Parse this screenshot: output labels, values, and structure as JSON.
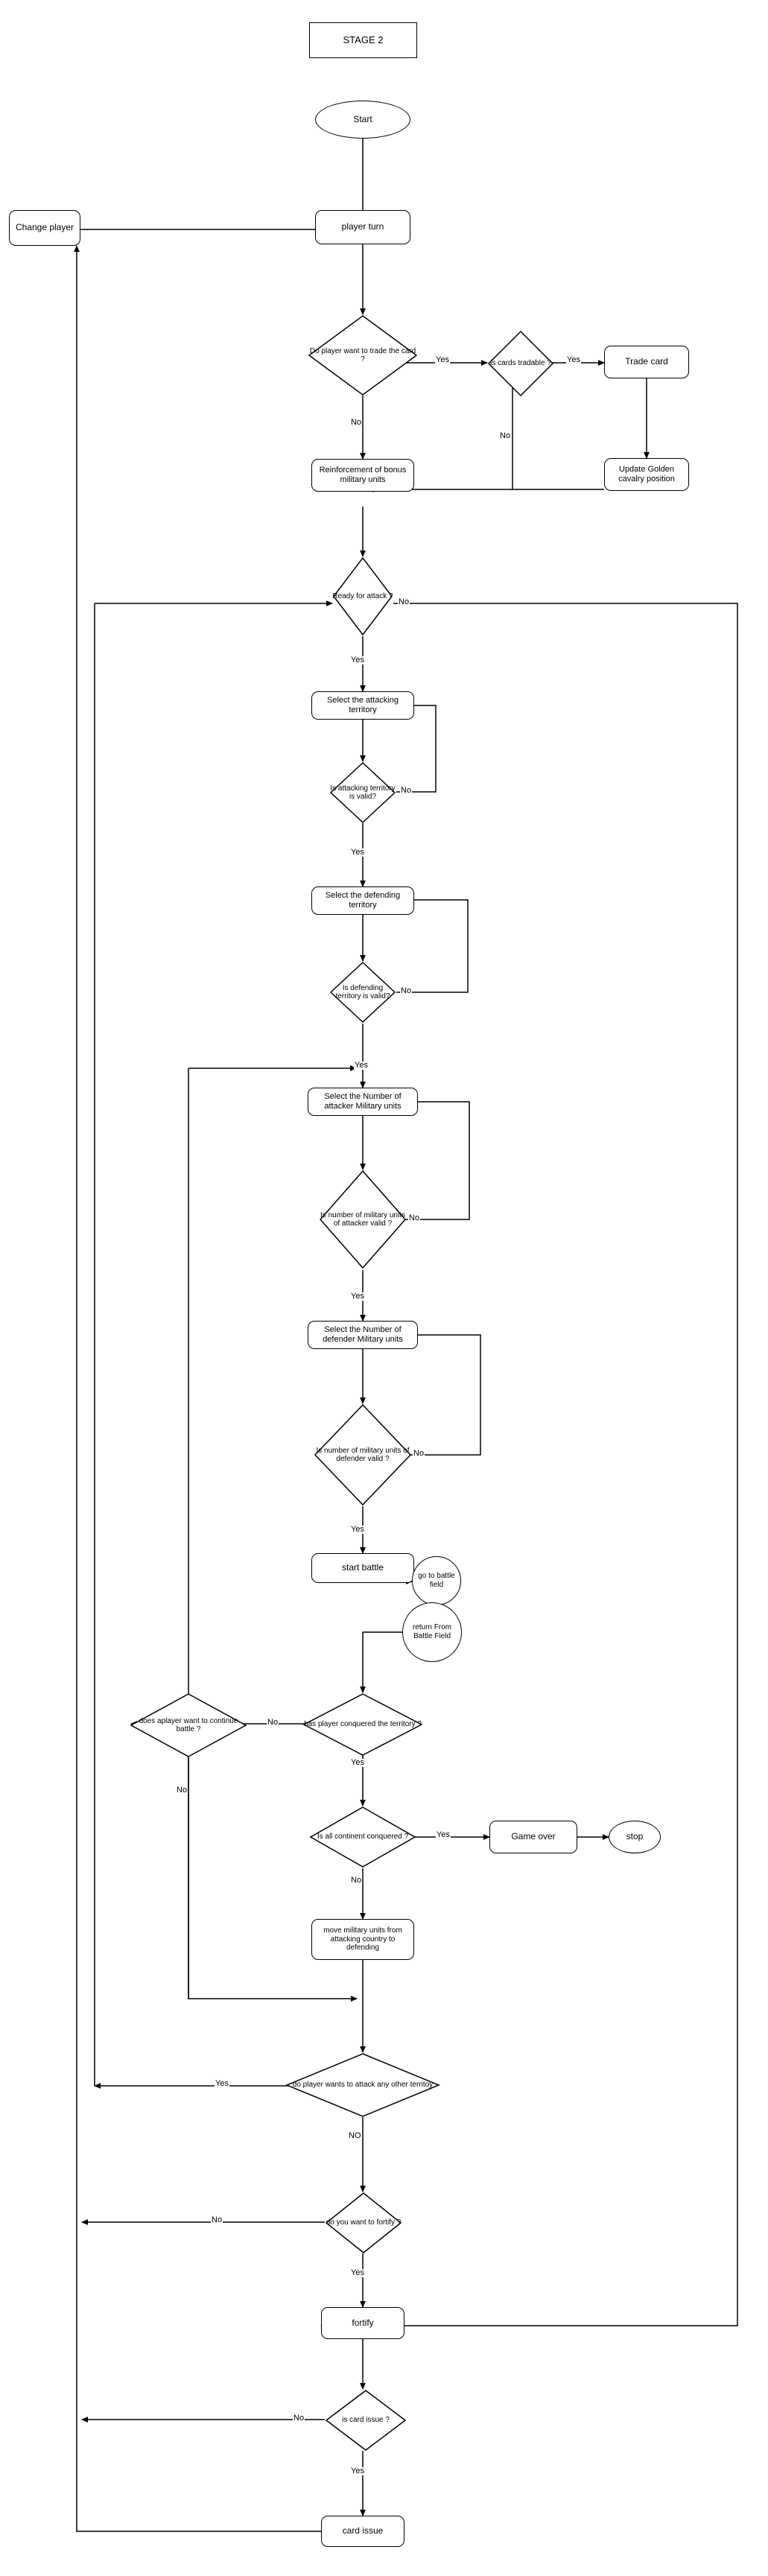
{
  "diagram": {
    "title": "STAGE 2",
    "type": "flowchart",
    "nodes": {
      "stage2": "STAGE 2",
      "start": "Start",
      "change_player": "Change player",
      "player_turn": "player turn",
      "do_player_trade": "Do player want to trade the card ?",
      "is_cards_tradable": "is cards tradable ?",
      "trade_card": "Trade card",
      "update_golden": "Update Golden cavalry position",
      "reinforcement": "Reinforcement of bonus military units",
      "ready_for_attack": "Ready for attack ?",
      "select_attacking_territory": "Select the attacking territory",
      "is_attacking_valid": "Is attacking territory is valid?",
      "select_defending_territory": "Select the defending territory",
      "is_defending_valid": "Is defending territory is valid?",
      "select_attacker_units": "Select the Number of attacker Military units",
      "is_attacker_units_valid": "Is number of military units of attacker valid ?",
      "select_defender_units": "Select the Number of defender Military units",
      "is_defender_units_valid": "Is number of military units of defender valid ?",
      "start_battle": "start battle",
      "go_to_battle_field": "go to battle field",
      "return_from_battle_field": "return From Battle Field",
      "has_conquered": "has player conquered the territory ?",
      "continue_battle": "does aplayer want to continue battle ?",
      "is_all_continent": "Is all continent conquered ?",
      "game_over": "Game over",
      "stop": "stop",
      "move_units": "move military units from attacking country to defending",
      "attack_other": "do player wants to attack any other territoy",
      "want_fortify": "do you want to fortify ?",
      "fortify": "fortify",
      "is_card_issue": "is card issue ?",
      "card_issue": "card issue"
    },
    "edge_labels": {
      "trade_yes": "Yes",
      "trade_no": "No",
      "tradable_yes": "Yes",
      "tradable_no": "No",
      "ready_no": "No",
      "ready_yes": "Yes",
      "attacking_no": "No",
      "attacking_yes": "Yes",
      "defending_no": "No",
      "defending_yes": "Yes",
      "attacker_units_no": "No",
      "attacker_units_yes": "Yes",
      "defender_units_no": "No",
      "defender_units_yes": "Yes",
      "conquered_no": "No",
      "conquered_yes": "Yes",
      "continent_yes": "Yes",
      "continent_no": "No",
      "continue_no": "No",
      "attack_other_yes": "Yes",
      "attack_other_no": "NO",
      "fortify_no": "No",
      "fortify_yes": "Yes",
      "card_issue_no": "No",
      "card_issue_yes": "Yes"
    },
    "colors": {
      "stroke": "#000000",
      "fill": "#ffffff",
      "text": "#000000"
    }
  }
}
